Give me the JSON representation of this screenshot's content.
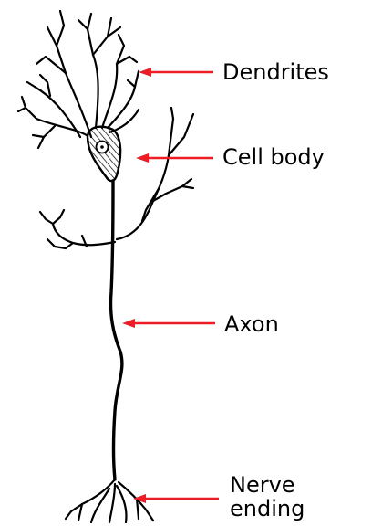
{
  "labels": {
    "dendrites": "Dendrites",
    "cell_body": "Cell body",
    "axon": "Axon",
    "nerve_ending_line1": "Nerve",
    "nerve_ending_line2": "ending"
  },
  "colors": {
    "arrow": "#ee1c24",
    "line": "#000000",
    "background": "#ffffff"
  }
}
